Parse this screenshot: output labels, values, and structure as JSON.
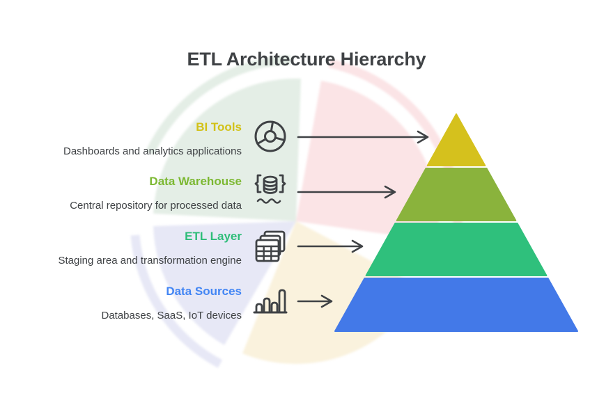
{
  "title": "ETL Architecture Hierarchy",
  "levels": [
    {
      "label": "BI Tools",
      "description": "Dashboards and analytics applications",
      "label_color": "#d2c117",
      "pyramid_color": "#d5c11d",
      "icon": "gauge-wheel-icon"
    },
    {
      "label": "Data Warehouse",
      "description": "Central repository for processed data",
      "label_color": "#7cb832",
      "pyramid_color": "#8ab33c",
      "icon": "database-lake-icon"
    },
    {
      "label": "ETL Layer",
      "description": "Staging area and transformation engine",
      "label_color": "#2ebd79",
      "pyramid_color": "#2fc07c",
      "icon": "stacked-tables-icon"
    },
    {
      "label": "Data Sources",
      "description": "Databases, SaaS, IoT devices",
      "label_color": "#4285f4",
      "pyramid_color": "#4379e8",
      "icon": "bar-chart-icon"
    }
  ],
  "arrow_color": "#3f4245",
  "watermark": {
    "green": "#e4eee6",
    "pink": "#fbe4e6",
    "cream": "#faf2dd",
    "lavender": "#e7e8f6"
  }
}
